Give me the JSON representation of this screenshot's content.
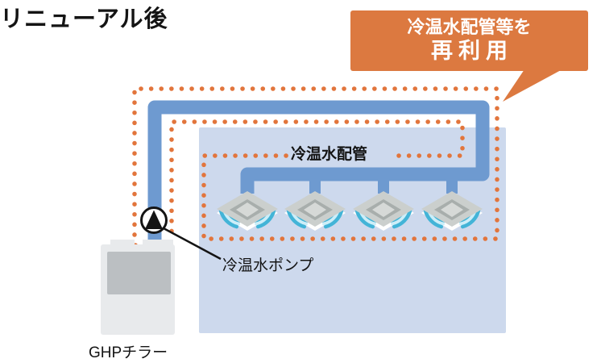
{
  "title": "リニューアル後",
  "callout": {
    "line1": "冷温水配管等を",
    "line2": "再利用"
  },
  "labels": {
    "piping": "冷温水配管",
    "pump": "冷温水ポンプ",
    "chiller": "GHPチラー"
  },
  "icons": {
    "pump": "pump-circle-with-up-triangle",
    "indoor_unit": "ceiling-cassette-ac-with-airflow",
    "pipe": "chilled-hot-water-pipe-loop",
    "reuse_zone": "orange-dotted-outline"
  },
  "colors": {
    "accent_orange": "#dc7940",
    "dot_orange": "#e2753c",
    "pipe_blue": "#6e9ad0",
    "building_blue": "#cdd9ed",
    "swoosh_dark": "#43b4d7",
    "swoosh_light": "#cdeef8",
    "unit_gray": "#cbcfcd",
    "unit_rim_white": "#ffffff",
    "unit_inner_gray": "#a8aeac",
    "unit_face": "#d6d9d7",
    "chiller_body": "#e8eaec",
    "chiller_panel": "#bbbfc2",
    "ink": "#141414"
  }
}
